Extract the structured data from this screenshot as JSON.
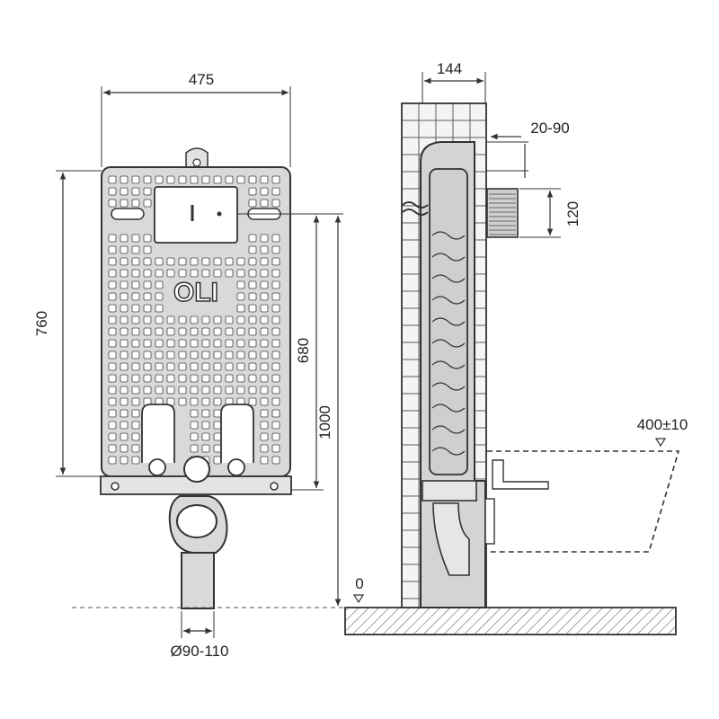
{
  "front_view": {
    "logo": "OLI",
    "dim_width": "475",
    "dim_height_total": "760",
    "dim_height_flush": "680",
    "dim_height_floor": "1000",
    "dim_drain": "Ø90-110",
    "floor_level": "0"
  },
  "side_view": {
    "dim_depth": "144",
    "dim_offset": "20-90",
    "dim_panel": "120",
    "dim_bowl_height": "400±10"
  },
  "colors": {
    "line": "#333333",
    "frame_fill": "#d9d9d9",
    "hole_fill": "#ffffff",
    "tile_fill": "#f4f4f4",
    "floor_hatch": "#555555"
  }
}
